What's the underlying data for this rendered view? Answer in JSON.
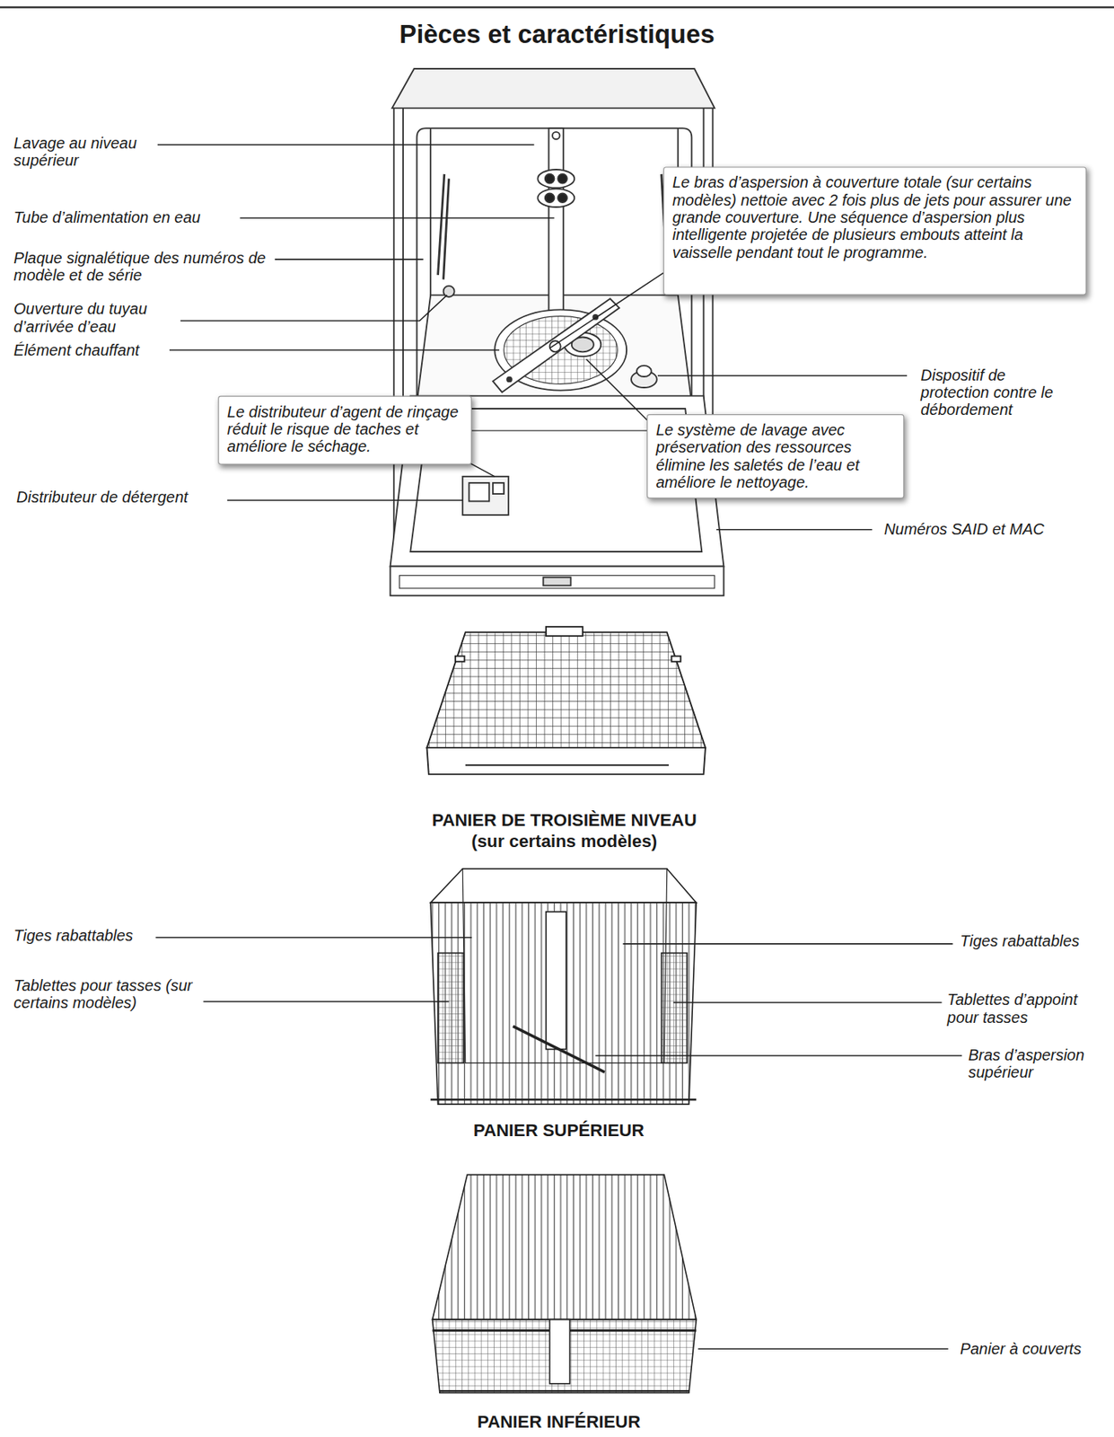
{
  "diagram": {
    "title": "Pièces et caractéristiques",
    "nodes": [
      {
        "text": [
          "Le bras d’aspersion à couverture totale (sur certains modèles) nettoie avec 2 fois plus de jets pour assurer une grande couverture. Une séquence d’aspersion plus intelligente projetée de plusieurs embouts atteint la vaisselle pendant tout le programme."
        ]
      },
      {
        "text": [
          "Le distributeur d’agent de rinçage réduit le risque de taches et améliore le séchage."
        ]
      },
      {
        "text": [
          "Le système de lavage avec préservation des ressources élimine les saletés de l’eau et améliore le nettoyage."
        ]
      }
    ],
    "labels": [
      "Lavage au niveau supérieur",
      "Tube d’alimentation en eau",
      "Plaque signalétique des numéros de modèle et de série",
      "Ouverture du tuyau d’arrivée d’eau",
      "Élément chauffant",
      "Dispositif de protection contre le débordement",
      "Distributeur de détergent",
      "Numéros SAID et MAC",
      "PANIER DE TROISIÈME NIVEAU",
      "(sur certains modèles)",
      "Tiges rabattables",
      "Tiges rabattables",
      "Tablettes pour tasses (sur certains modèles)",
      "Tablettes d’appoint pour tasses",
      "Bras d’aspersion supérieur",
      "PANIER SUPÉRIEUR",
      "Panier à couverts",
      "PANIER INFÉRIEUR"
    ]
  }
}
